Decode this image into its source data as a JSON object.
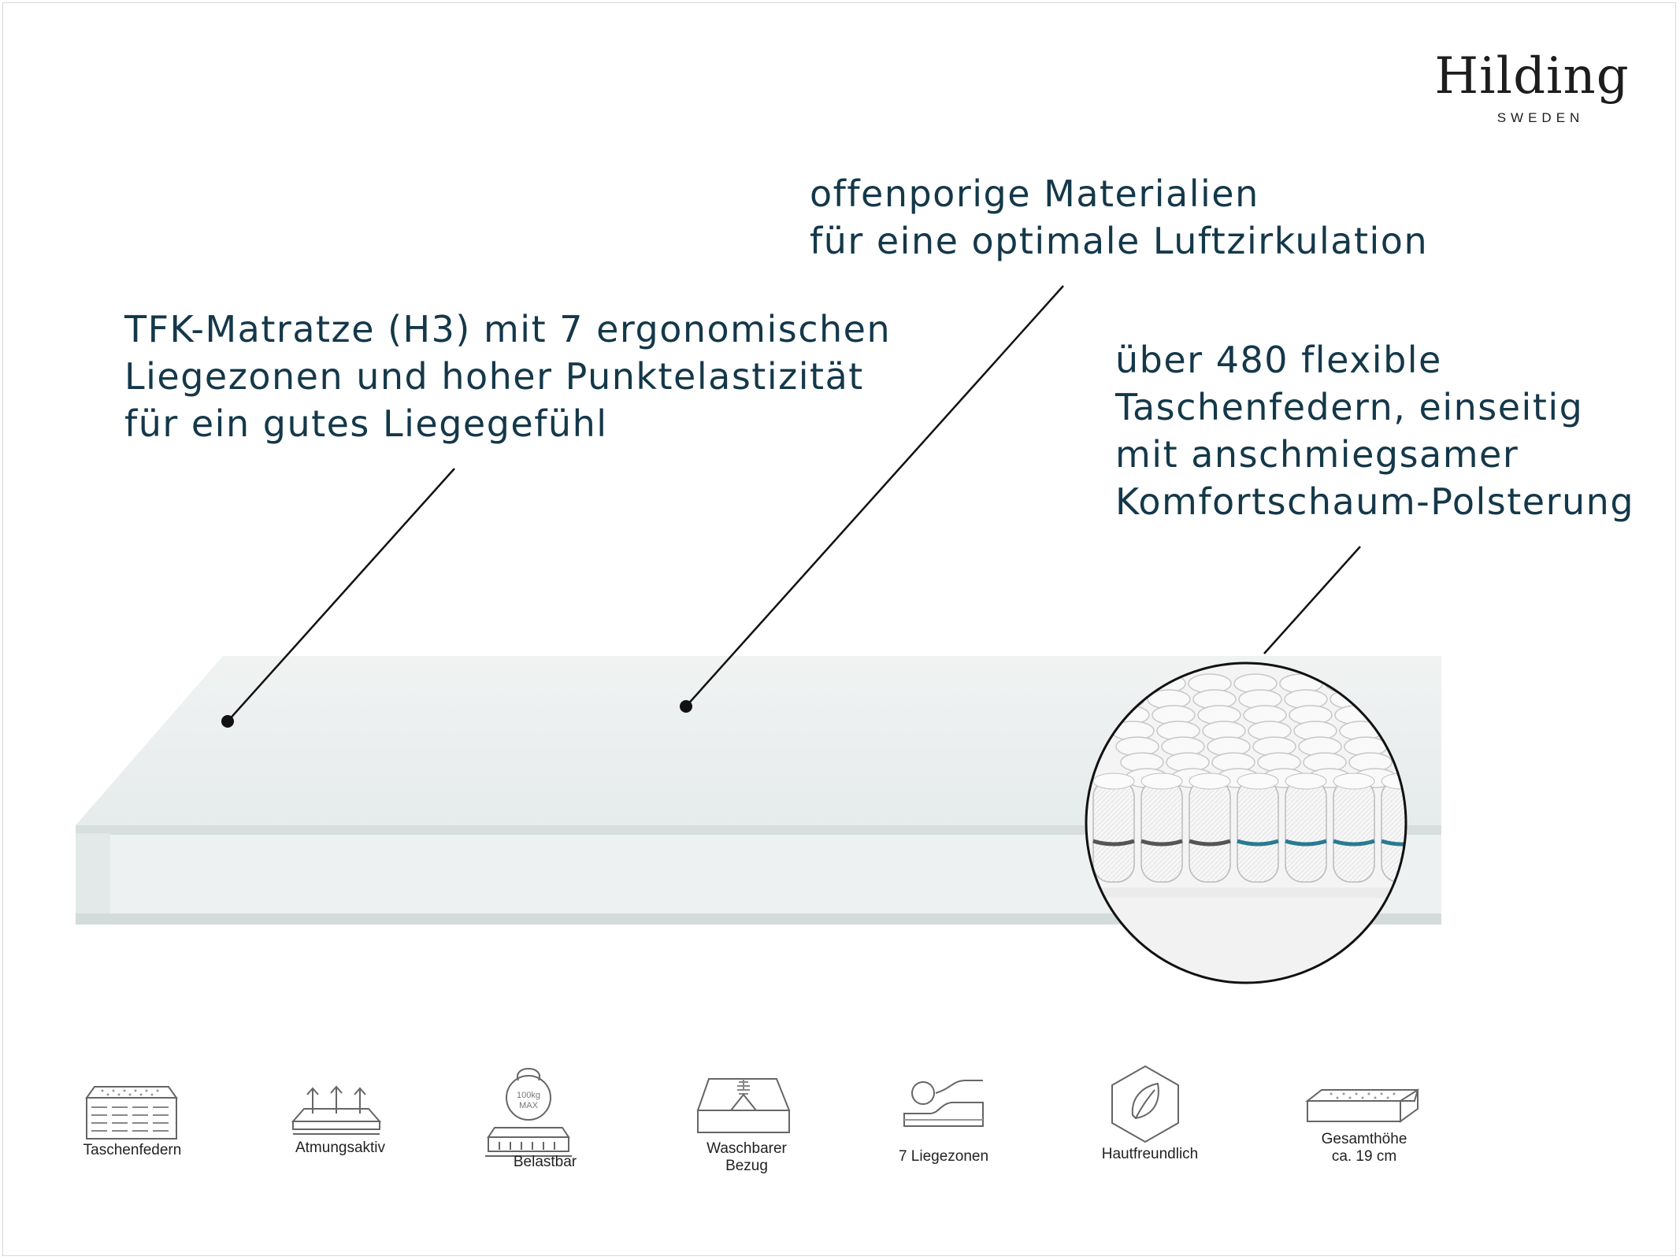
{
  "brand": {
    "name": "Hilding",
    "sub": "SWEDEN"
  },
  "callouts": {
    "tfk": {
      "line1": "TFK-Matratze (H3) mit 7 ergonomischen",
      "line2": "Liegezonen und hoher Punktelastizität",
      "line3": "für ein gutes Liegegefühl"
    },
    "material": {
      "line1": "offenporige Materialien",
      "line2": "für eine optimale Luftzirkulation"
    },
    "springs": {
      "line1": "über 480 flexible",
      "line2": "Taschenfedern, einseitig",
      "line3": "mit anschmiegsamer",
      "line4": "Komfortschaum-Polsterung"
    }
  },
  "features": [
    {
      "label": "Taschenfedern",
      "icon": "pocket-spring-icon"
    },
    {
      "label": "Atmungsaktiv",
      "icon": "breathable-icon"
    },
    {
      "label": "Belastbar",
      "icon": "weight-icon",
      "badge_line1": "100kg",
      "badge_line2": "MAX"
    },
    {
      "label_line1": "Waschbarer",
      "label_line2": "Bezug",
      "icon": "washable-cover-icon"
    },
    {
      "label": "7 Liegezonen",
      "icon": "lying-zones-icon"
    },
    {
      "label": "Hautfreundlich",
      "icon": "skin-friendly-icon"
    },
    {
      "label_line1": "Gesamthöhe",
      "label_line2": "ca. 19 cm",
      "icon": "total-height-icon"
    }
  ],
  "colors": {
    "text": "#14384a",
    "mattress_top": "#eef1f1",
    "mattress_side": "#dfe6e6",
    "accent_blue": "#2a7a92",
    "accent_gray": "#555555"
  }
}
